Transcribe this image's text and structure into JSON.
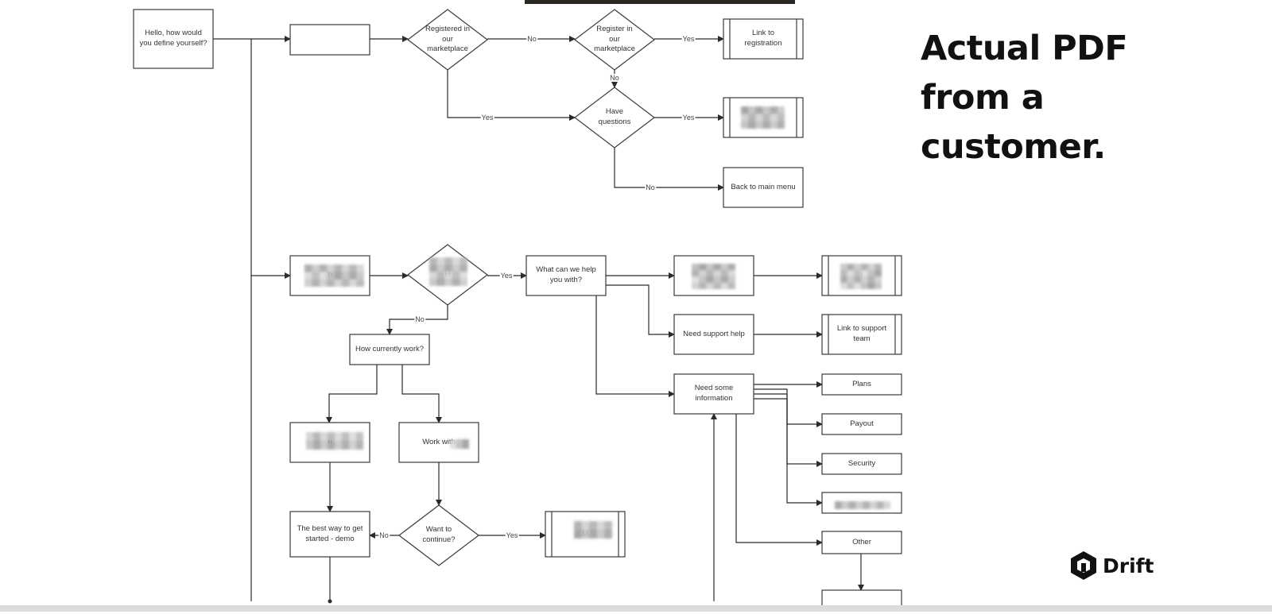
{
  "slide": {
    "headline": [
      "Actual PDF",
      "from a",
      "customer."
    ],
    "brand": "Drift",
    "brand_icon": "drift-logo-icon"
  },
  "colors": {
    "line": "#2b2b2b",
    "box_border": "#3a3a3a",
    "text": "#333333",
    "redaction": "#9a9a9a"
  },
  "flowchart": {
    "nodes": {
      "n_hello": "Hello, how would you define yourself?",
      "n_option1": "",
      "n_registered": "Registered in our marketplace",
      "n_register": "Register in our marketplace",
      "n_link_reg": "Link to registration",
      "n_questions": "Have questions",
      "n_redacted_a": "",
      "n_back": "Back to main menu",
      "n_option2": "Tr",
      "n_redacted_dec": "H",
      "n_help": "What can we help you with?",
      "n_redacted_b": "",
      "n_redacted_c": "I",
      "n_support_help": "Need support help",
      "n_link_support": "Link to support team",
      "n_need_info": "Need some information",
      "n_plans": "Plans",
      "n_payout": "Payout",
      "n_security": "Security",
      "n_marketplace": "",
      "n_other": "Other",
      "n_how_work": "How currently work?",
      "n_redacted_d": "n",
      "n_work_with": "Work with",
      "n_best_way": "The best way to get started - demo",
      "n_continue": "Want to continue?",
      "n_link_end": "Li",
      "n_bottom": ""
    },
    "edge_labels": {
      "e_no": "No",
      "e_yes": "Yes"
    }
  }
}
